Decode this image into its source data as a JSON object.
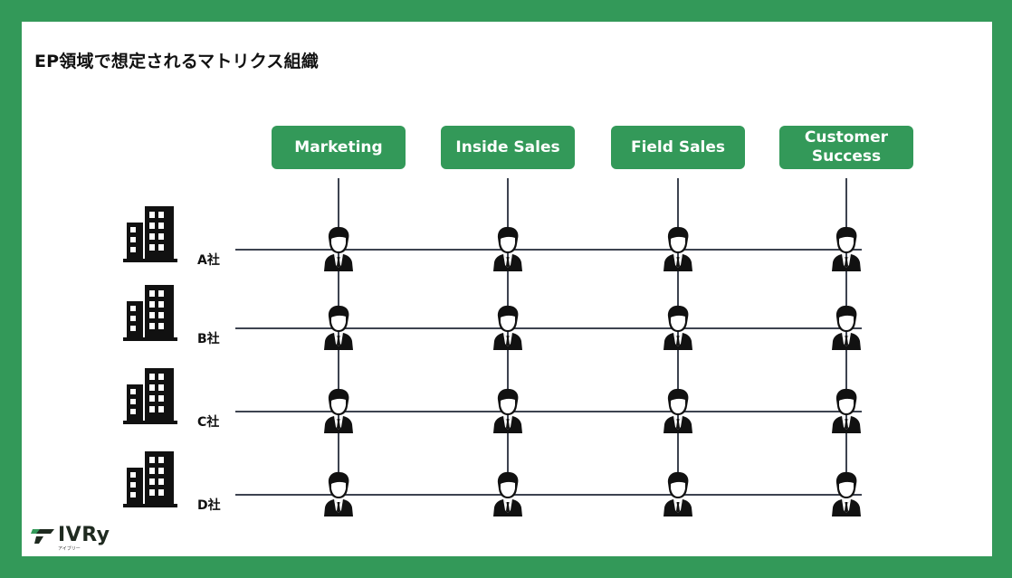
{
  "slide": {
    "title": "EP領域で想定されるマトリクス組織"
  },
  "colors": {
    "frame": "#339959",
    "role_box": "#339959",
    "line": "#3d4350",
    "icon": "#111111"
  },
  "roles": [
    {
      "label": "Marketing"
    },
    {
      "label": "Inside Sales"
    },
    {
      "label": "Field Sales"
    },
    {
      "label": "Customer Success"
    }
  ],
  "companies": [
    {
      "label": "A社"
    },
    {
      "label": "B社"
    },
    {
      "label": "C社"
    },
    {
      "label": "D社"
    }
  ],
  "icons": {
    "company": "office-building-icon",
    "member": "person-in-suit-icon"
  },
  "logo": {
    "text": "IVRy",
    "sub": "アイブリー"
  }
}
